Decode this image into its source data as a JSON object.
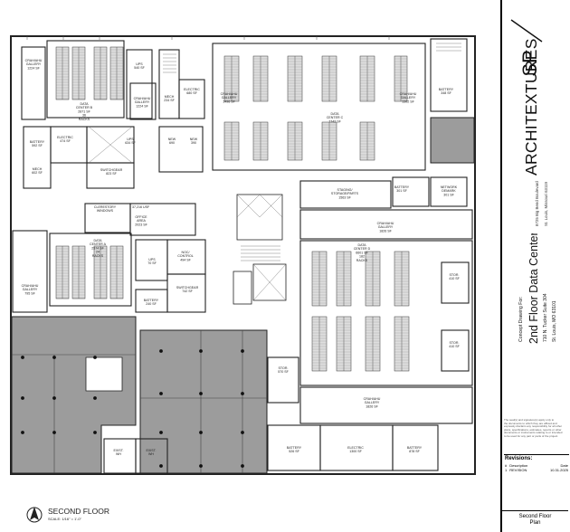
{
  "plan": {
    "title": "SECOND FLOOR",
    "scale": "SCALE: 1/16\" = 1'-0\"",
    "rooms": [
      {
        "id": "r1",
        "name": "CRAH/AHU\nGALLERY",
        "area": "1224 SF"
      },
      {
        "id": "r2",
        "name": "DATA\nCENTER B\n2871 SF",
        "area": "36\nRACKS"
      },
      {
        "id": "r3",
        "name": "UPS",
        "area": "540 SF"
      },
      {
        "id": "r4",
        "name": "CRAH/AHU\nGALLERY",
        "area": "1224 SF"
      },
      {
        "id": "r5",
        "name": "MECH",
        "area": "234 SF"
      },
      {
        "id": "r6",
        "name": "ELECTRIC",
        "area": "680 SF"
      },
      {
        "id": "r7",
        "name": "CRAH/AHU\nGALLERY",
        "area": "1496 SF"
      },
      {
        "id": "r8",
        "name": "DATA\nCENTER C",
        "area": "7742 SF"
      },
      {
        "id": "r9",
        "name": "CRAH/AHU\nGALLERY",
        "area": "1302 SF"
      },
      {
        "id": "r10",
        "name": "BATTERY",
        "area": "348 SF"
      },
      {
        "id": "r11",
        "name": "BATTERY",
        "area": "592 SF"
      },
      {
        "id": "r12",
        "name": "ELECTRIC",
        "area": "474 SF"
      },
      {
        "id": "r13",
        "name": "MECH",
        "area": "602 SF"
      },
      {
        "id": "r14",
        "name": "UPS",
        "area": "634 SF"
      },
      {
        "id": "r15",
        "name": "SWITCHGEAR",
        "area": "823 SF"
      },
      {
        "id": "r16",
        "name": "NEW",
        "area": "690"
      },
      {
        "id": "r17",
        "name": "NEW",
        "area": "390"
      },
      {
        "id": "r18",
        "name": "STAGING/\nSTORAGE/PARTS",
        "area": "1563 SF"
      },
      {
        "id": "r19",
        "name": "BATTERY",
        "area": "301 SF"
      },
      {
        "id": "r20",
        "name": "NETWORK\nDEMARK",
        "area": "301 SF"
      },
      {
        "id": "r21",
        "name": "CLERESTORY\nWINDOWS",
        "area": ""
      },
      {
        "id": "r22",
        "name": "OFFICE\nAREA",
        "area": "2023 SF"
      },
      {
        "id": "r23",
        "name": "CRAH/AHU\nGALLERY",
        "area": "1826 SF"
      },
      {
        "id": "r24",
        "name": "DATA\nCENTER A\n2574 SF",
        "area": "24\nRACKS"
      },
      {
        "id": "r25",
        "name": "DATA\nCENTER D\n6601 SF",
        "area": "182\nRACKS"
      },
      {
        "id": "r26",
        "name": "UPS",
        "area": "70 SF"
      },
      {
        "id": "r27",
        "name": "NOC/\nCONTROL",
        "area": "494 SF"
      },
      {
        "id": "r28",
        "name": "CRAH/AHU\nGALLERY",
        "area": "795 SF"
      },
      {
        "id": "r29",
        "name": "BATTERY",
        "area": "240 SF"
      },
      {
        "id": "r30",
        "name": "SWITCHGEAR",
        "area": "742 SF"
      },
      {
        "id": "r31",
        "name": "STOR.",
        "area": "410 SF"
      },
      {
        "id": "r32",
        "name": "STOR.",
        "area": "410 SF"
      },
      {
        "id": "r33",
        "name": "STOR.",
        "area": "570 SF"
      },
      {
        "id": "r34",
        "name": "CRAH/AHU\nGALLERY",
        "area": "1826 SF"
      },
      {
        "id": "r35",
        "name": "EXIST.",
        "area": "WH"
      },
      {
        "id": "r36",
        "name": "EXIST.",
        "area": "WH"
      },
      {
        "id": "r37",
        "name": "BATTERY",
        "area": "526 SF"
      },
      {
        "id": "r38",
        "name": "ELECTRIC",
        "area": "1300 SF"
      },
      {
        "id": "r39",
        "name": "BATTERY",
        "area": "878 SF"
      }
    ],
    "office_dim": "37,216 USF"
  },
  "titleblock": {
    "firm": "ARCHITEXTURES",
    "firm_sp": "SP",
    "address_line1": "8725 Big Bend Boulevard",
    "address_line2": "St. Louis, Missouri 63119",
    "concept_label": "Concept Drawing For:",
    "project_title": "2nd Floor Data Center",
    "project_addr1": "710 N. Tucker Suite 304",
    "project_addr2": "St. Louis, MO 63101",
    "disclaimer": [
      "The seal(s) and signature(s) apply only to",
      "the documents to which they are affixed and",
      "expressly disclaim any responsibility for all other",
      "plans, specifications, estimates, reports or other",
      "documents or instruments relating to or intended",
      "to be used for any part or parts of the project."
    ],
    "revisions_title": "Revisions:",
    "rev_headers": [
      "#",
      "Description",
      "Date"
    ],
    "rev_rows": [
      [
        "1",
        "REVISION",
        "10.31.2025"
      ]
    ],
    "sheet_title": "Second Floor\nPlan"
  },
  "colors": {
    "wall": "#222222",
    "shade": "#9c9c9c",
    "rack": "#dedede",
    "column": "#111111"
  }
}
